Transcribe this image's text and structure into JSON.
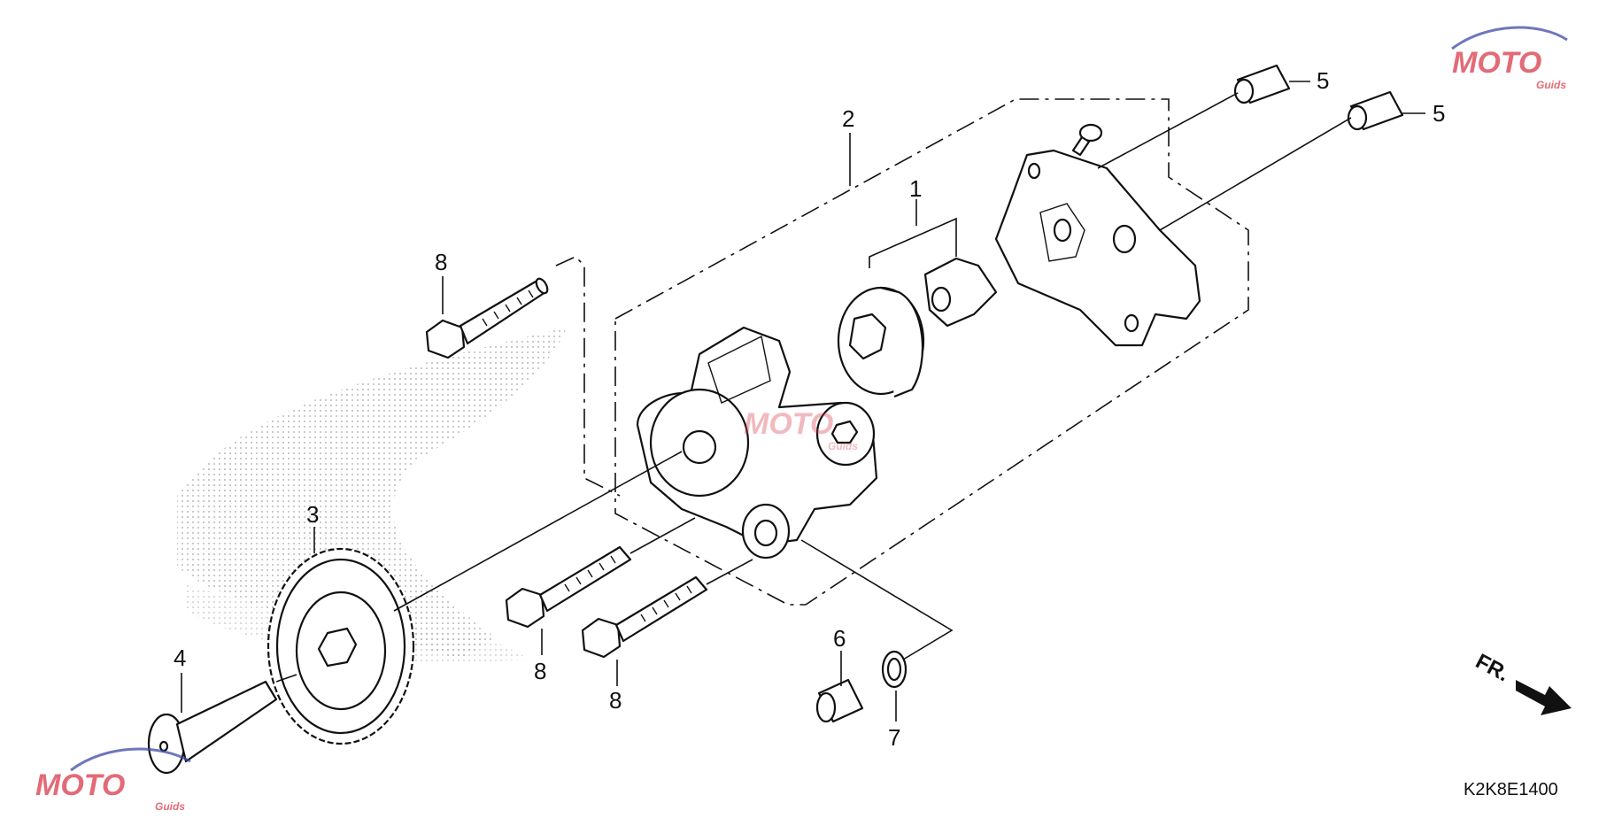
{
  "diagram": {
    "drawing_code": "K2K8E1400",
    "direction_label": "FR.",
    "watermark": {
      "brand": "MOTO",
      "sub": "Guids",
      "colors": {
        "primary": "#d93a4a",
        "secondary": "#3b4aa8"
      }
    },
    "callouts": [
      {
        "id": "c1",
        "label": "1"
      },
      {
        "id": "c2",
        "label": "2"
      },
      {
        "id": "c3",
        "label": "3"
      },
      {
        "id": "c4",
        "label": "4"
      },
      {
        "id": "c5a",
        "label": "5"
      },
      {
        "id": "c5b",
        "label": "5"
      },
      {
        "id": "c6",
        "label": "6"
      },
      {
        "id": "c7",
        "label": "7"
      },
      {
        "id": "c8a",
        "label": "8"
      },
      {
        "id": "c8b",
        "label": "8"
      },
      {
        "id": "c8c",
        "label": "8"
      }
    ]
  }
}
